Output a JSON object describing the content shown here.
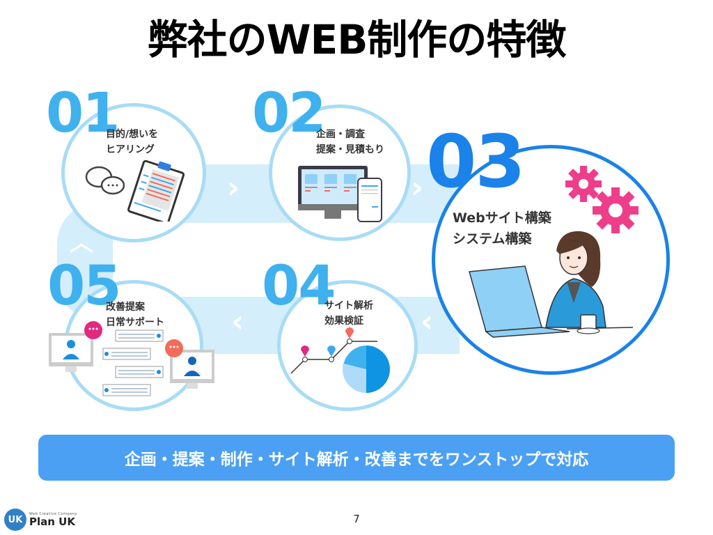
{
  "title": "弊社のWEB制作の特徴",
  "steps": [
    {
      "number": "01",
      "line1": "目的/想いを",
      "line2": "ヒアリング",
      "icon": "chat-clipboard-icon"
    },
    {
      "number": "02",
      "line1": "企画・調査",
      "line2": "提案・見積もり",
      "icon": "desktop-mobile-icon"
    },
    {
      "number": "03",
      "line1": "Webサイト構築",
      "line2": "システム構築",
      "icon": "woman-laptop-gears-icon"
    },
    {
      "number": "04",
      "line1": "サイト解析",
      "line2": "効果検証",
      "icon": "analytics-chart-icon"
    },
    {
      "number": "05",
      "line1": "改善提案",
      "line2": "日常サポート",
      "icon": "support-chat-icon"
    }
  ],
  "arrows": {
    "right": "›",
    "left": "‹",
    "up": "︿"
  },
  "banner": "企画・提案・制作・サイト解析・改善までをワンストップで対応",
  "page_number": "7",
  "logo": {
    "mark": "UK",
    "sub": "Web Creative Company",
    "name": "Plan UK"
  },
  "colors": {
    "accent": "#1a82e8",
    "light_blue": "#3fb1ee",
    "band": "#d4eefb",
    "banner": "#4ba0f3",
    "gear": "#ee3e8a"
  }
}
